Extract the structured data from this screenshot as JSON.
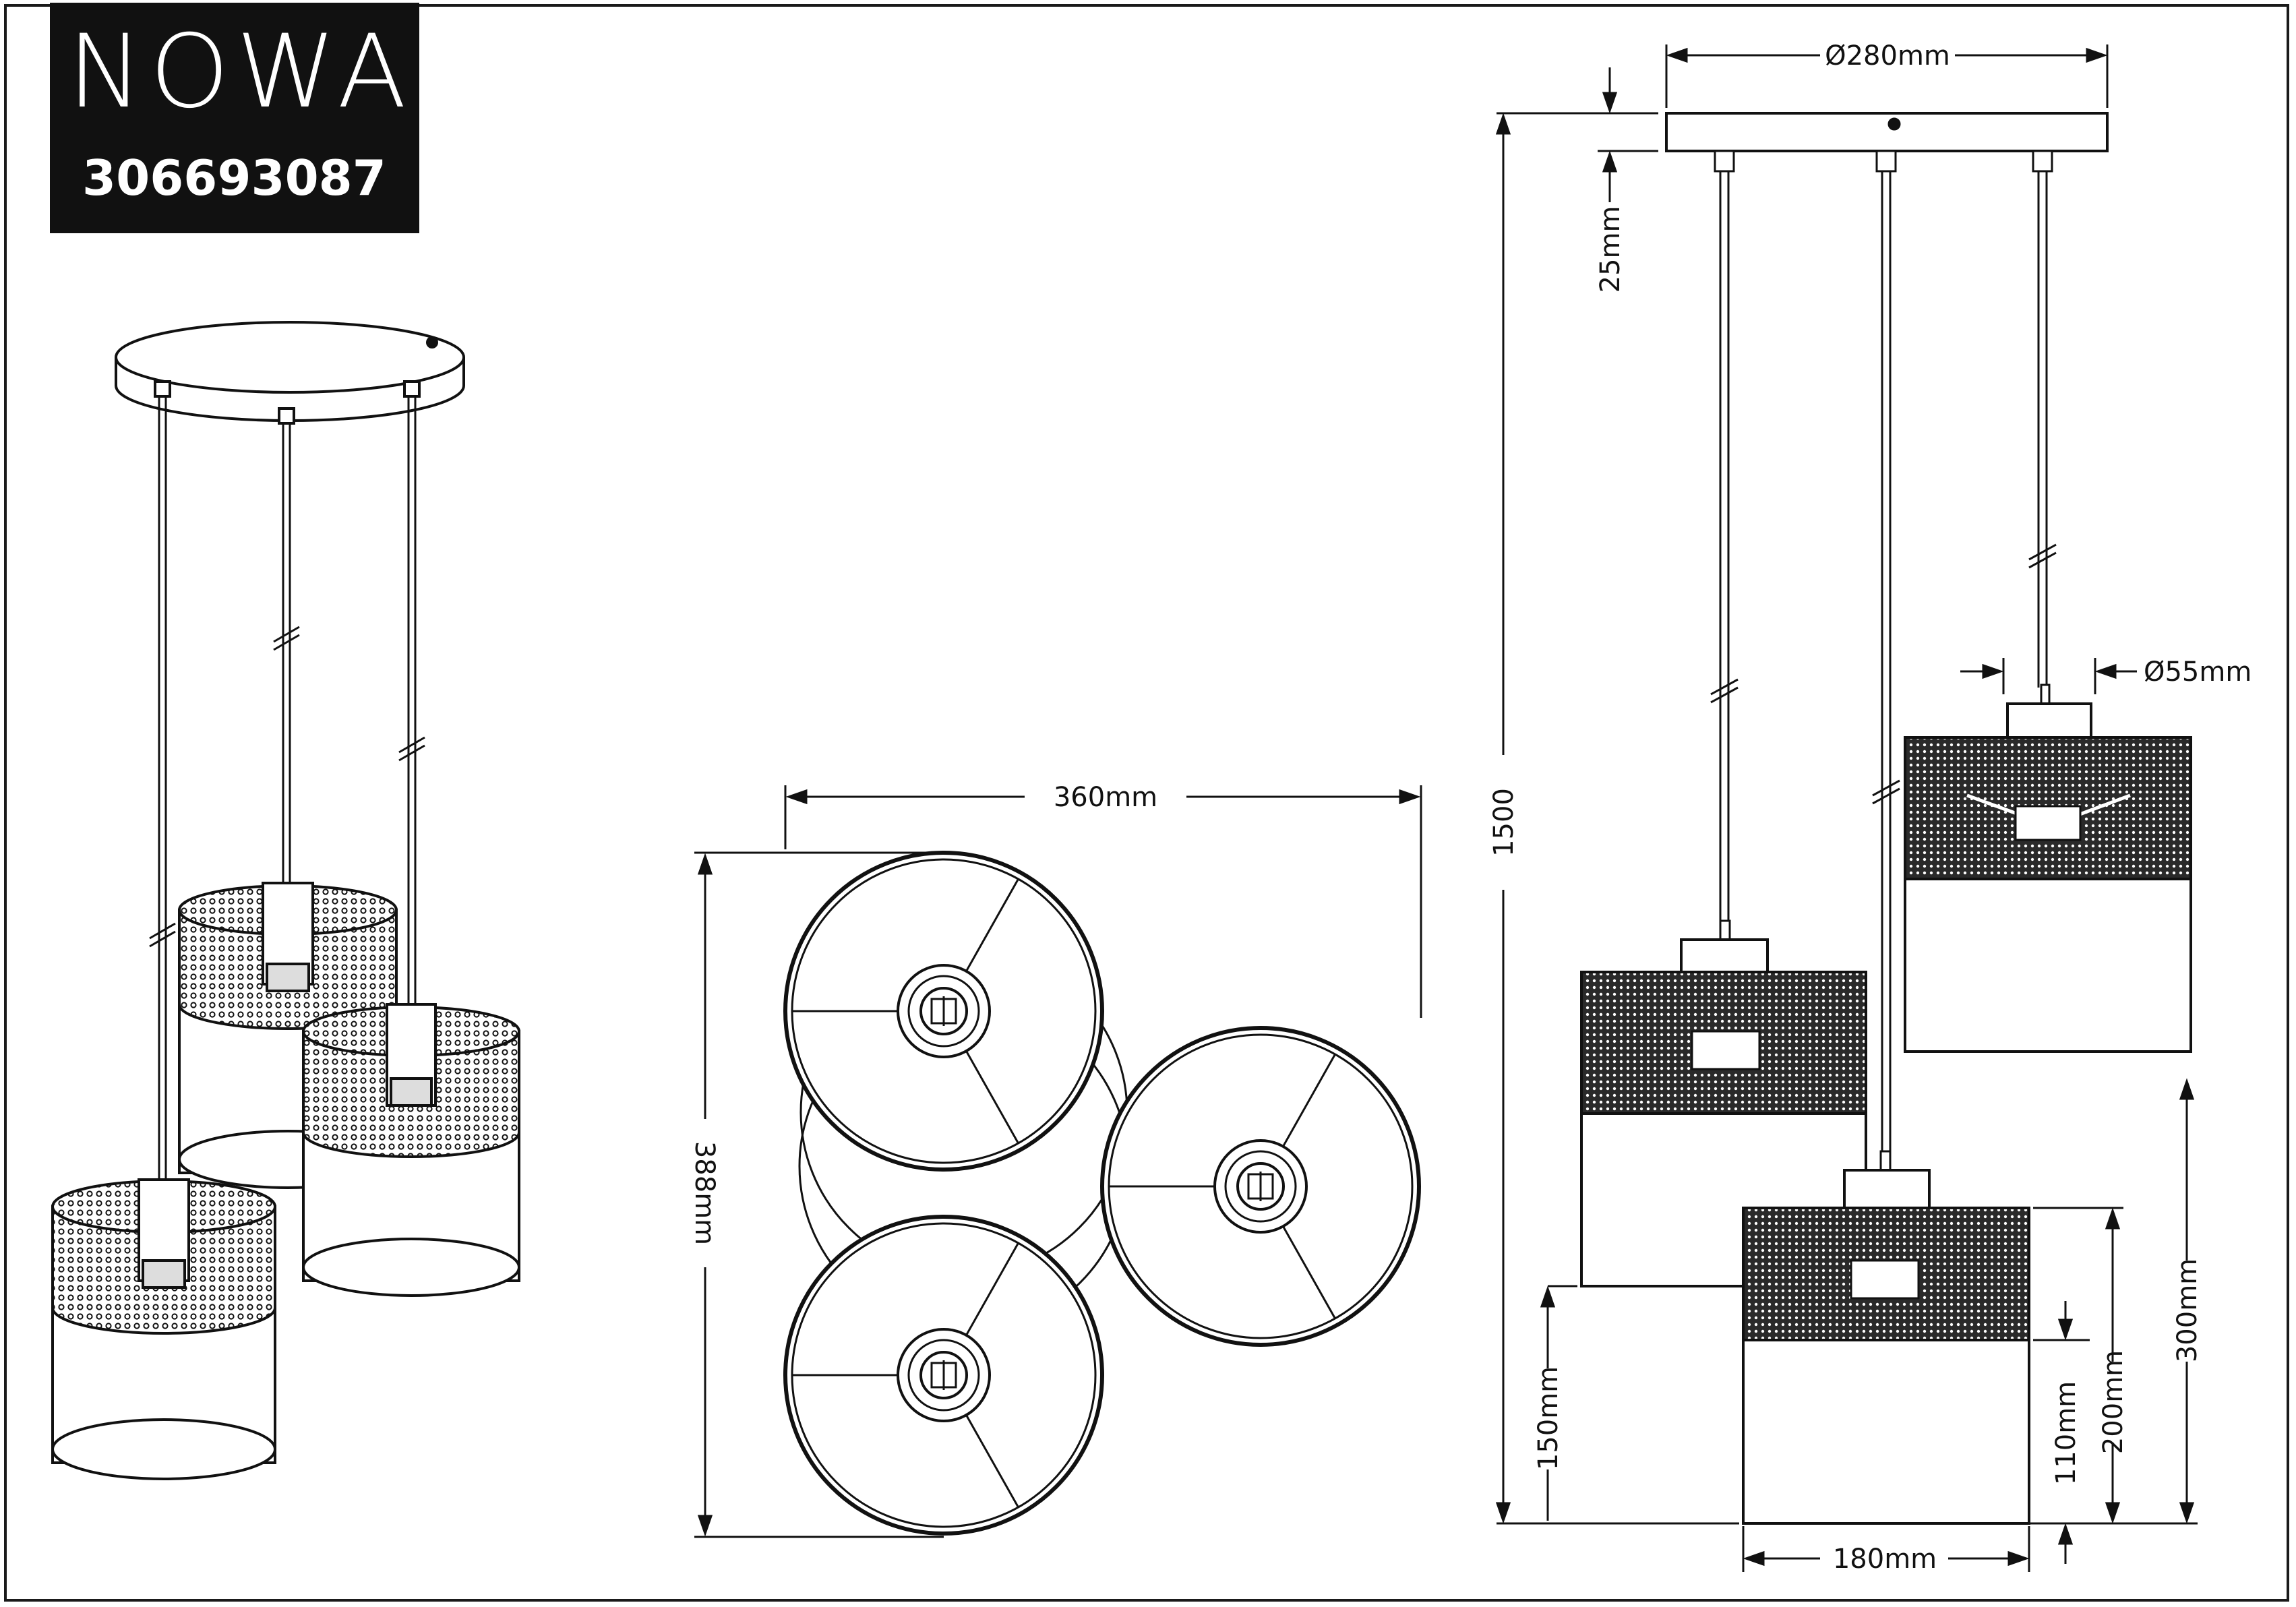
{
  "brand": {
    "name": "NOWA",
    "code": "306693087"
  },
  "dimensions": {
    "canopy_diameter": "Ø280mm",
    "canopy_height": "25mm",
    "socket_diameter": "Ø55mm",
    "total_height": "1500",
    "cluster_width": "360mm",
    "cluster_depth": "388mm",
    "small_height": "150mm",
    "fabric_height": "110mm",
    "shade_height": "200mm",
    "drop_offset": "300mm",
    "shade_diameter": "180mm"
  },
  "colors": {
    "line": "#111111",
    "background": "#ffffff",
    "label_box": "#111111"
  }
}
